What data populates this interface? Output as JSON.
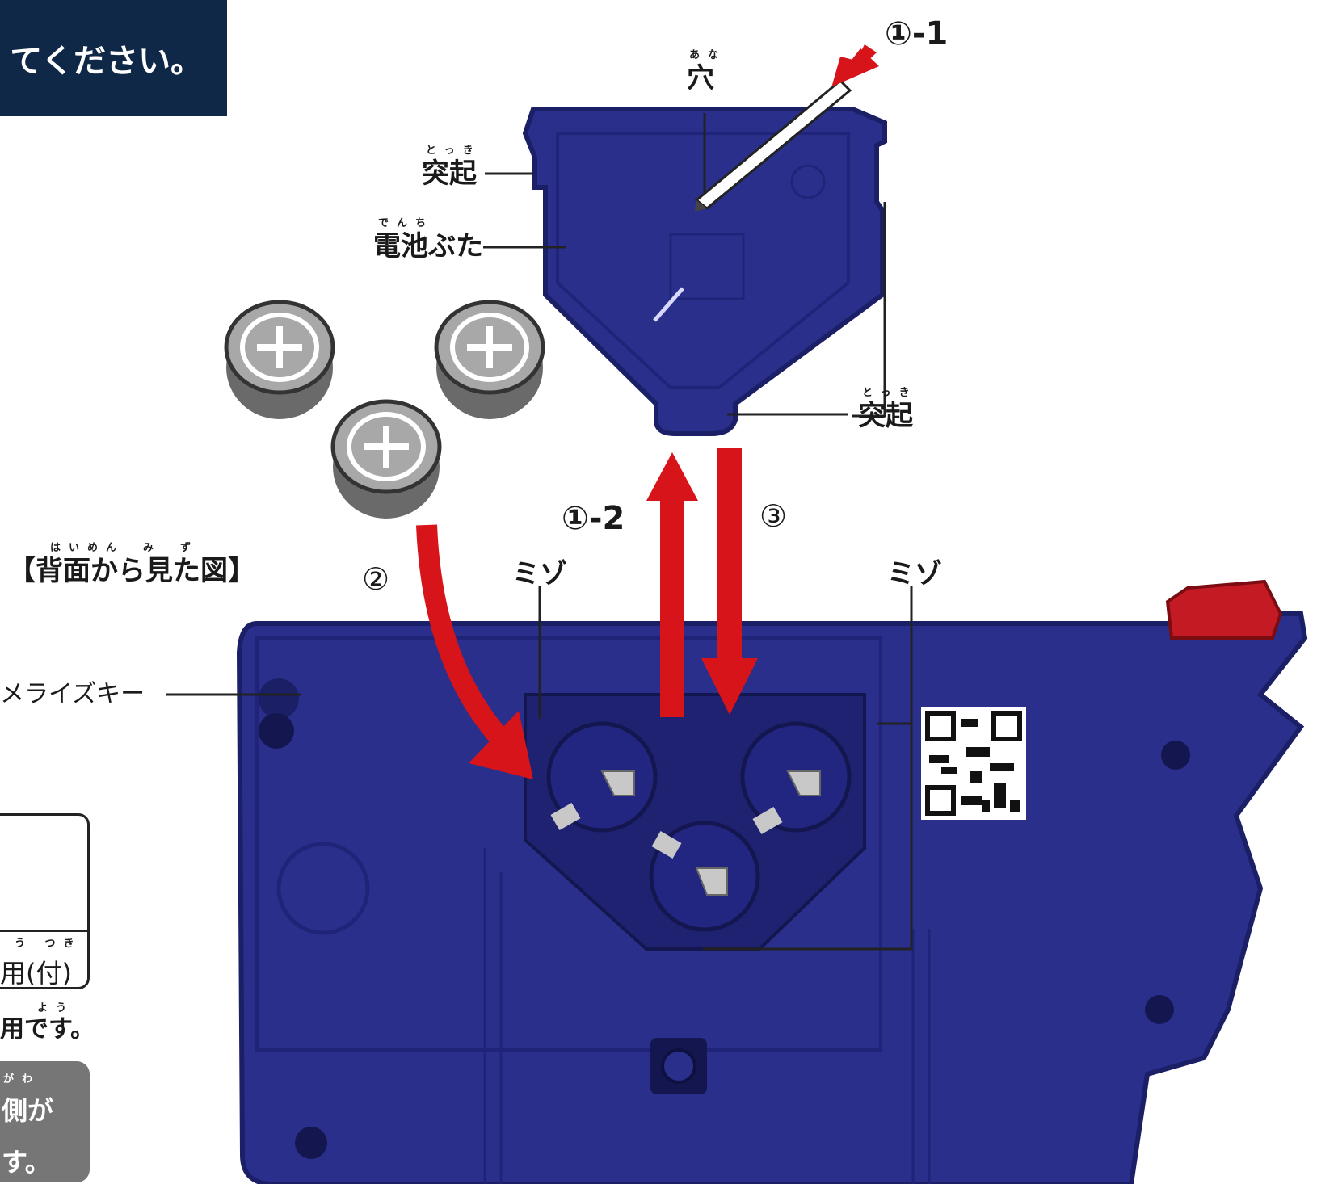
{
  "banner": {
    "text": "てください。"
  },
  "labels": {
    "hole": "穴",
    "hole_ruby": "あな",
    "protrusion_left": "突起",
    "protrusion_left_ruby": "とっき",
    "battery_cover": "電池ぶた",
    "battery_cover_ruby": "でんち",
    "protrusion_right": "突起",
    "protrusion_right_ruby": "とっき",
    "rear_view": "【背面から見た図】",
    "rear_view_ruby": "はいめん　み　ず",
    "groove_left": "ミゾ",
    "groove_right": "ミゾ",
    "key": "メライズキー"
  },
  "steps": {
    "s1_1": "①-1",
    "s1_2": "①-2",
    "s2": "②",
    "s3": "③"
  },
  "notes": {
    "box_bottom": "用(付)",
    "box_bottom_ruby": "う つき",
    "use_line": "用です。",
    "use_line_ruby": "よう",
    "grey_line1": "側が",
    "grey_line1_ruby": "がわ",
    "grey_line2": "す。"
  },
  "colors": {
    "banner": "#0f2848",
    "device_blue": "#2a2f8c",
    "device_dark": "#1b1f66",
    "arrow_red": "#d7141a",
    "battery_grey": "#9a9a9a"
  },
  "icons": [
    "battery-icon",
    "qr-code-icon",
    "pen-icon"
  ]
}
